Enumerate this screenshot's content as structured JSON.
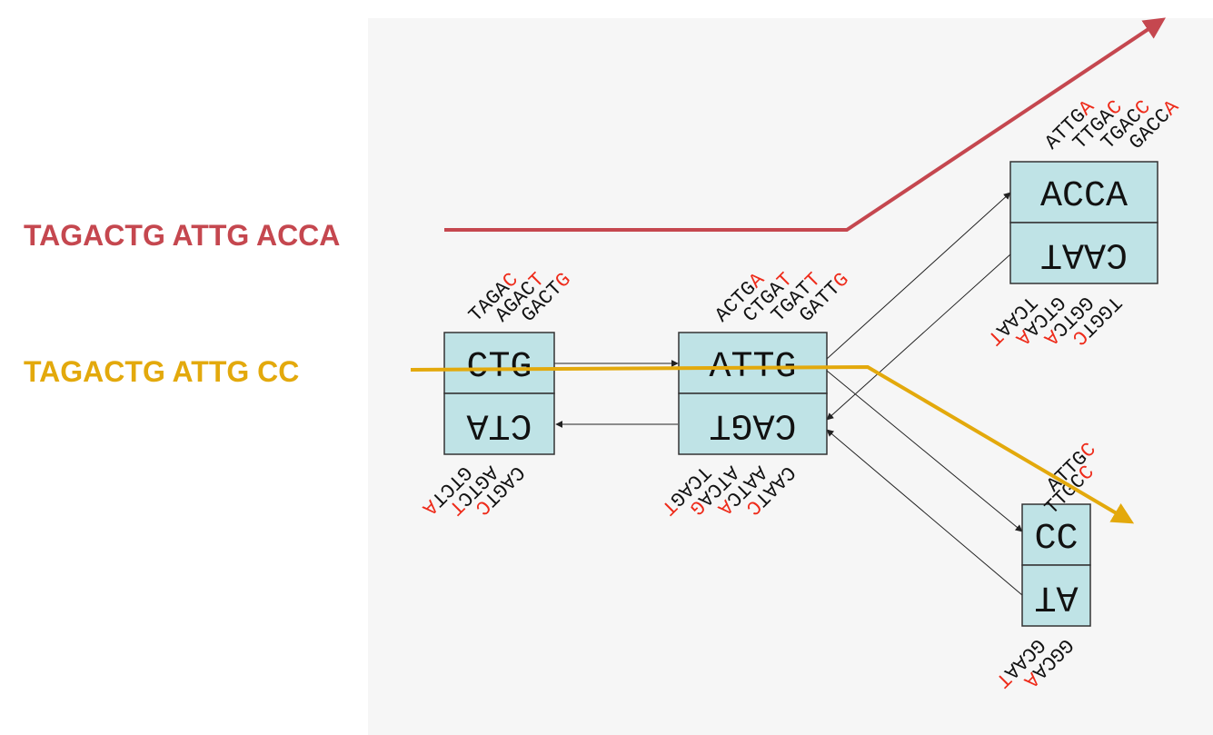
{
  "paths": [
    {
      "id": "red",
      "label": "TAGACTG ATTG ACCA",
      "color": "#c5474f"
    },
    {
      "id": "yellow",
      "label": "TAGACTG ATTG CC",
      "color": "#e3a90c"
    }
  ],
  "nodes": [
    {
      "id": "n1",
      "top": "CTG",
      "bottom": "CTA",
      "kmers_above": [
        [
          "TAGA",
          "C"
        ],
        [
          "AGAC",
          "T"
        ],
        [
          "GACT",
          "G"
        ]
      ],
      "kmers_below": [
        [
          "GTCT",
          "A"
        ],
        [
          "AGTC",
          "T"
        ],
        [
          "CAGT",
          "C"
        ]
      ]
    },
    {
      "id": "n2",
      "top": "ATTG",
      "bottom": "CAGT",
      "kmers_above": [
        [
          "ACTG",
          "A"
        ],
        [
          "CTGA",
          "T"
        ],
        [
          "TGAT",
          "T"
        ],
        [
          "GATT",
          "G"
        ]
      ],
      "kmers_below": [
        [
          "TCAG",
          "T"
        ],
        [
          "ATCA",
          "G"
        ],
        [
          "AATC",
          "A"
        ],
        [
          "CAAT",
          "C"
        ]
      ]
    },
    {
      "id": "n3",
      "top": "ACCA",
      "bottom": "CAAT",
      "kmers_above": [
        [
          "ATTG",
          "A"
        ],
        [
          "TTGA",
          "C"
        ],
        [
          "TGAC",
          "C"
        ],
        [
          "GACC",
          "A"
        ]
      ],
      "kmers_below": [
        [
          "TCAA",
          "T"
        ],
        [
          "GTCA",
          "A"
        ],
        [
          "GGTC",
          "A"
        ],
        [
          "TGGT",
          "C"
        ]
      ]
    },
    {
      "id": "n4",
      "top": "CC",
      "bottom": "AT",
      "kmers_above": [
        [
          "ATTG",
          "C"
        ],
        [
          "TTGC",
          "C"
        ]
      ],
      "kmers_below": [
        [
          "GCAA",
          "T"
        ],
        [
          "GGCA",
          "A"
        ]
      ]
    }
  ],
  "colors": {
    "highlight": "#ee2b1a",
    "node_fill": "#bfe3e6"
  }
}
